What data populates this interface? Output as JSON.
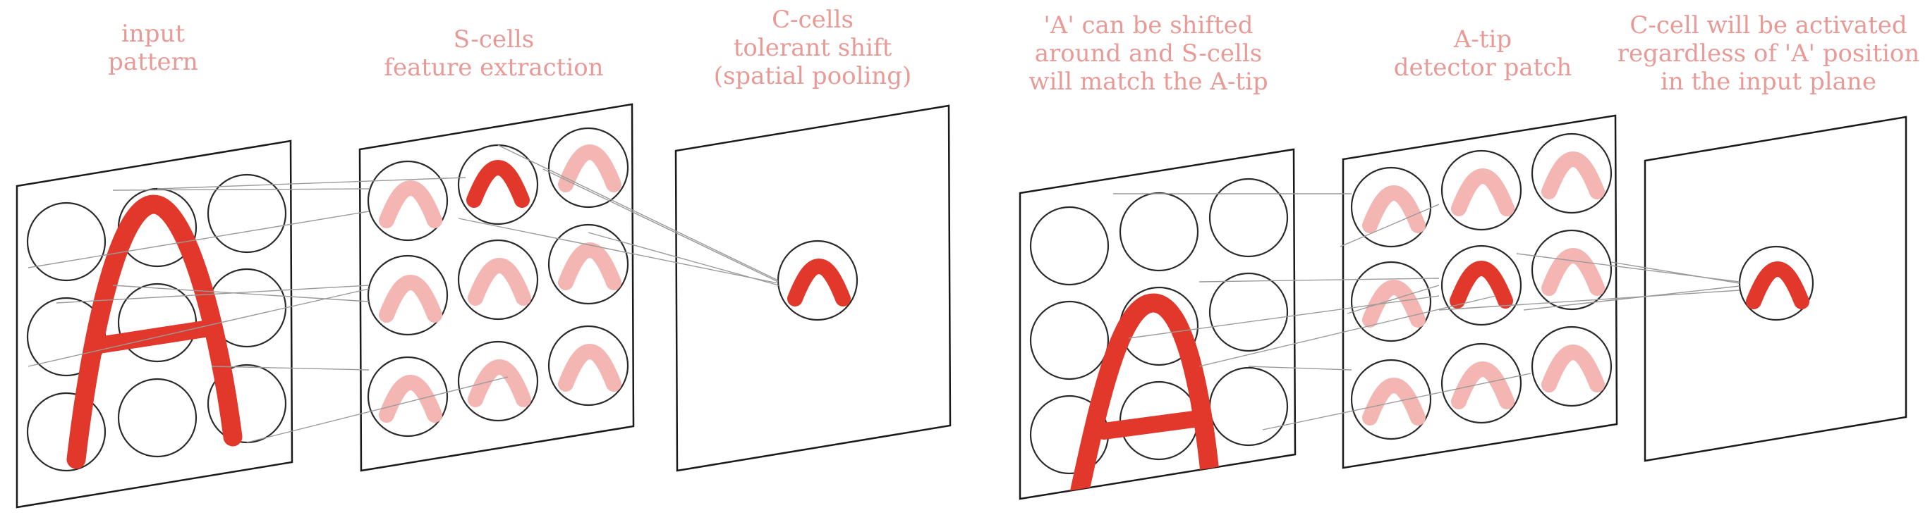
{
  "captions": {
    "input_pattern": [
      "input",
      "pattern"
    ],
    "s_cells": [
      "S-cells",
      "feature extraction"
    ],
    "c_cells": [
      "C-cells",
      "tolerant shift",
      "(spatial pooling)"
    ],
    "shifted": [
      "'A' can be shifted",
      "around and S-cells",
      "will match the A-tip"
    ],
    "a_tip": [
      "A-tip",
      "detector patch"
    ],
    "c_cell_activated": [
      "C-cell will be activated",
      "regardless of 'A' position",
      "in the input plane"
    ]
  },
  "colors": {
    "caption": "#e89a96",
    "active_stroke": "#e2382c",
    "faint_stroke": "#f4b6b2",
    "panel_border": "#1a1a1a",
    "connection": "#9a9a9a"
  }
}
